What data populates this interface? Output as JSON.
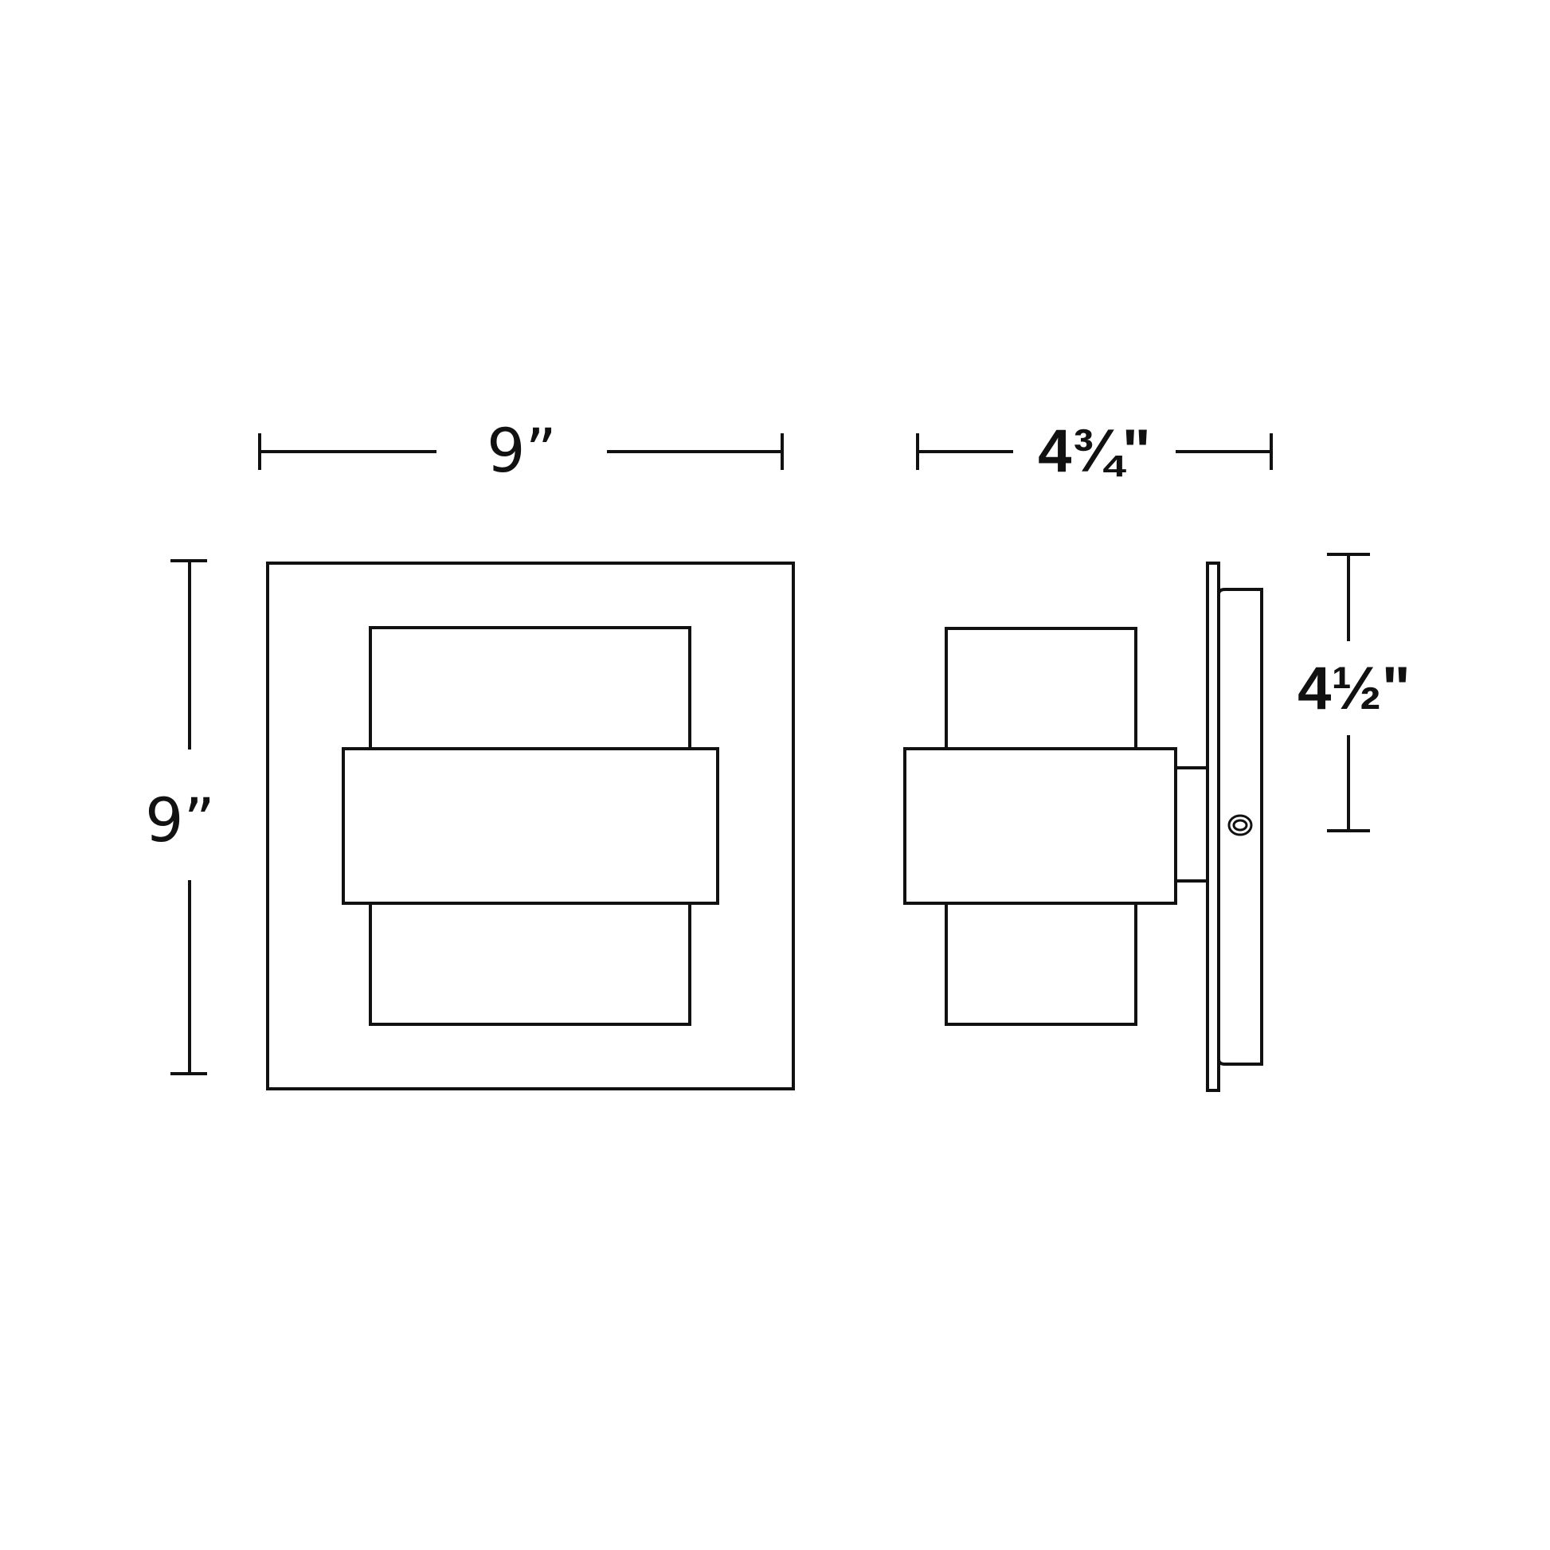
{
  "drawing": {
    "title": "Wall sconce dimension drawing",
    "line_color": "#111111",
    "background": "#ffffff"
  },
  "dimensions": {
    "front_width": {
      "label": "9”",
      "value_in": 9,
      "orientation": "horizontal"
    },
    "front_height": {
      "label": "9”",
      "value_in": 9,
      "orientation": "vertical"
    },
    "side_depth": {
      "label": "4¾\"",
      "value_in": 4.75,
      "orientation": "horizontal"
    },
    "backplate_height": {
      "label": "4½\"",
      "value_in": 4.5,
      "orientation": "vertical"
    }
  },
  "views": [
    {
      "name": "front-view",
      "parts": [
        "backplate",
        "upper-shade",
        "center-band",
        "lower-shade"
      ]
    },
    {
      "name": "side-view",
      "parts": [
        "upper-shade",
        "center-band",
        "lower-shade",
        "arm",
        "wall-plate",
        "canopy",
        "set-screw"
      ]
    }
  ]
}
